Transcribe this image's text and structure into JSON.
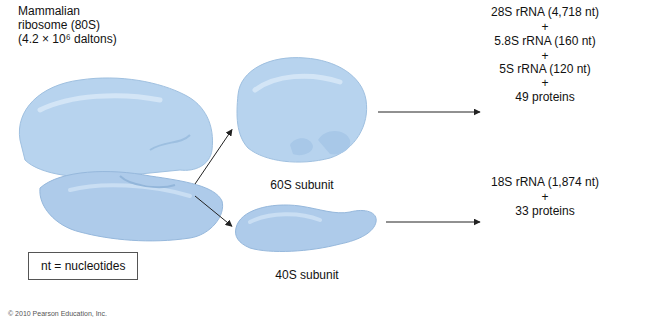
{
  "diagram": {
    "nodes": [
      {
        "text": [
          "Mammalian ribosome (80S)",
          "(4.2 × 10⁶ daltons)"
        ]
      },
      {
        "text": [
          "60S subunit"
        ]
      },
      {
        "text": [
          "40S subunit"
        ]
      },
      {
        "text": [
          "nt = nucleotides"
        ]
      }
    ],
    "edges": [
      {
        "from": 0,
        "to": 1,
        "arrow": "to"
      },
      {
        "from": 0,
        "to": 2,
        "arrow": "to"
      }
    ],
    "labels": [
      "28S rRNA (4,718 nt)",
      "+",
      "5.8S rRNA (160 nt)",
      "+",
      "5S rRNA (120 nt)",
      "+",
      "49 proteins",
      "18S rRNA (1,874 nt)",
      "+",
      "33 proteins",
      "© 2010 Pearson Education, Inc."
    ]
  }
}
